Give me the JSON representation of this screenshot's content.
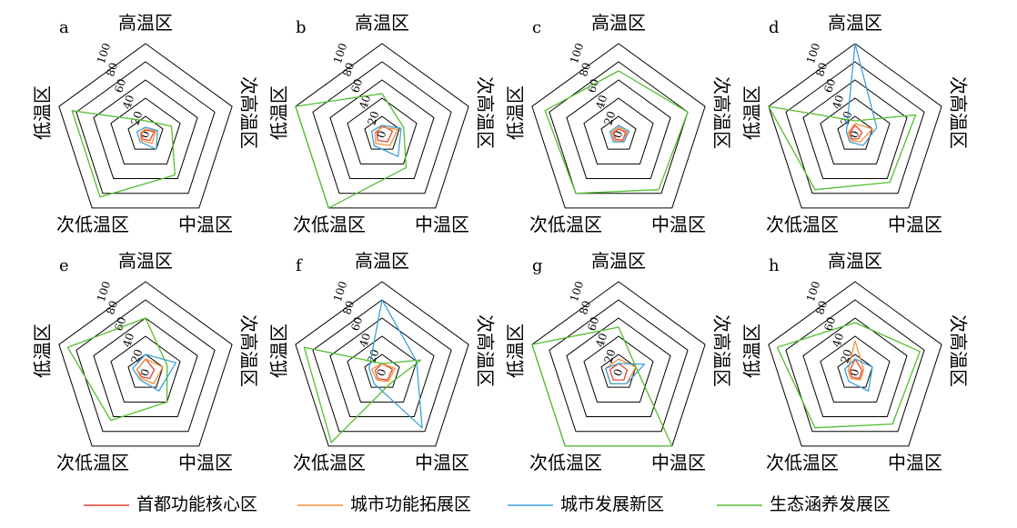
{
  "legend": [
    {
      "name": "首都功能核心区",
      "color": "#e8432f"
    },
    {
      "name": "城市功能拓展区",
      "color": "#f2913c"
    },
    {
      "name": "城市发展新区",
      "color": "#3fa0d6"
    },
    {
      "name": "生态涵养发展区",
      "color": "#52be2e"
    }
  ],
  "chart_data": [
    {
      "type": "radar",
      "panel": "a",
      "axes": [
        "高温区",
        "次高温区",
        "中温区",
        "次低温区",
        "低温区"
      ],
      "rmax": 100,
      "ticks": [
        0,
        20,
        40,
        60,
        80,
        100
      ],
      "series": [
        {
          "name": "首都功能核心区",
          "values": [
            5,
            10,
            8,
            6,
            5
          ]
        },
        {
          "name": "城市功能拓展区",
          "values": [
            6,
            12,
            12,
            8,
            6
          ]
        },
        {
          "name": "城市发展新区",
          "values": [
            8,
            14,
            20,
            10,
            10
          ]
        },
        {
          "name": "生态涵养发展区",
          "values": [
            15,
            30,
            55,
            85,
            85
          ]
        }
      ]
    },
    {
      "type": "radar",
      "panel": "b",
      "axes": [
        "高温区",
        "次高温区",
        "中温区",
        "次低温区",
        "低温区"
      ],
      "rmax": 100,
      "ticks": [
        0,
        20,
        40,
        60,
        80,
        100
      ],
      "series": [
        {
          "name": "首都功能核心区",
          "values": [
            10,
            12,
            10,
            8,
            6
          ]
        },
        {
          "name": "城市功能拓展区",
          "values": [
            8,
            18,
            15,
            12,
            8
          ]
        },
        {
          "name": "城市发展新区",
          "values": [
            10,
            22,
            30,
            15,
            12
          ]
        },
        {
          "name": "生态涵养发展区",
          "values": [
            45,
            25,
            45,
            100,
            100
          ]
        }
      ]
    },
    {
      "type": "radar",
      "panel": "c",
      "axes": [
        "高温区",
        "次高温区",
        "中温区",
        "次低温区",
        "低温区"
      ],
      "rmax": 100,
      "ticks": [
        0,
        20,
        40,
        60,
        80,
        100
      ],
      "series": [
        {
          "name": "首都功能核心区",
          "values": [
            6,
            8,
            8,
            6,
            6
          ]
        },
        {
          "name": "城市功能拓展区",
          "values": [
            8,
            10,
            10,
            8,
            8
          ]
        },
        {
          "name": "城市发展新区",
          "values": [
            10,
            12,
            10,
            10,
            10
          ]
        },
        {
          "name": "生态涵养发展区",
          "values": [
            70,
            80,
            75,
            80,
            85
          ]
        }
      ]
    },
    {
      "type": "radar",
      "panel": "d",
      "axes": [
        "高温区",
        "次高温区",
        "中温区",
        "次低温区",
        "低温区"
      ],
      "rmax": 100,
      "ticks": [
        0,
        20,
        40,
        60,
        80,
        100
      ],
      "series": [
        {
          "name": "首都功能核心区",
          "values": [
            10,
            8,
            6,
            6,
            6
          ]
        },
        {
          "name": "城市功能拓展区",
          "values": [
            12,
            20,
            10,
            8,
            8
          ]
        },
        {
          "name": "城市发展新区",
          "values": [
            100,
            25,
            15,
            10,
            10
          ]
        },
        {
          "name": "生态涵养发展区",
          "values": [
            15,
            70,
            65,
            75,
            100
          ]
        }
      ]
    },
    {
      "type": "radar",
      "panel": "e",
      "axes": [
        "高温区",
        "次高温区",
        "中温区",
        "次低温区",
        "低温区"
      ],
      "rmax": 100,
      "ticks": [
        0,
        20,
        40,
        60,
        80,
        100
      ],
      "series": [
        {
          "name": "首都功能核心区",
          "values": [
            15,
            10,
            8,
            6,
            10
          ]
        },
        {
          "name": "城市功能拓展区",
          "values": [
            15,
            20,
            15,
            8,
            10
          ]
        },
        {
          "name": "城市发展新区",
          "values": [
            20,
            35,
            25,
            10,
            15
          ]
        },
        {
          "name": "生态涵养发展区",
          "values": [
            60,
            25,
            40,
            65,
            90
          ]
        }
      ]
    },
    {
      "type": "radar",
      "panel": "f",
      "axes": [
        "高温区",
        "次高温区",
        "中温区",
        "次低温区",
        "低温区"
      ],
      "rmax": 100,
      "ticks": [
        0,
        20,
        40,
        60,
        80,
        100
      ],
      "series": [
        {
          "name": "首都功能核心区",
          "values": [
            10,
            12,
            10,
            8,
            8
          ]
        },
        {
          "name": "城市功能拓展区",
          "values": [
            10,
            15,
            12,
            10,
            12
          ]
        },
        {
          "name": "城市发展新区",
          "values": [
            80,
            40,
            75,
            15,
            15
          ]
        },
        {
          "name": "生态涵养发展区",
          "values": [
            10,
            45,
            15,
            95,
            90
          ]
        }
      ]
    },
    {
      "type": "radar",
      "panel": "g",
      "axes": [
        "高温区",
        "次高温区",
        "中温区",
        "次低温区",
        "低温区"
      ],
      "rmax": 100,
      "ticks": [
        0,
        20,
        40,
        60,
        80,
        100
      ],
      "series": [
        {
          "name": "首都功能核心区",
          "values": [
            10,
            10,
            10,
            10,
            10
          ]
        },
        {
          "name": "城市功能拓展区",
          "values": [
            15,
            20,
            15,
            15,
            15
          ]
        },
        {
          "name": "城市发展新区",
          "values": [
            10,
            30,
            15,
            15,
            15
          ]
        },
        {
          "name": "生态涵养发展区",
          "values": [
            50,
            20,
            100,
            100,
            100
          ]
        }
      ]
    },
    {
      "type": "radar",
      "panel": "h",
      "axes": [
        "高温区",
        "次高温区",
        "中温区",
        "次低温区",
        "低温区"
      ],
      "rmax": 100,
      "ticks": [
        0,
        20,
        40,
        60,
        80,
        100
      ],
      "series": [
        {
          "name": "首都功能核心区",
          "values": [
            15,
            8,
            8,
            6,
            6
          ]
        },
        {
          "name": "城市功能拓展区",
          "values": [
            35,
            10,
            10,
            8,
            8
          ]
        },
        {
          "name": "城市发展新区",
          "values": [
            15,
            20,
            25,
            12,
            12
          ]
        },
        {
          "name": "生态涵养发展区",
          "values": [
            55,
            75,
            70,
            75,
            90
          ]
        }
      ]
    }
  ]
}
